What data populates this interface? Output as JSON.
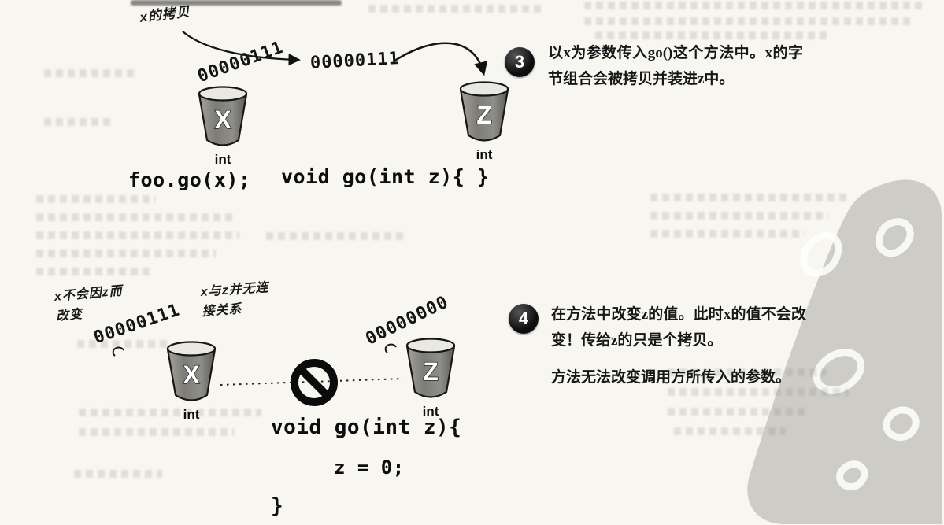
{
  "step3": {
    "number": "3",
    "text": "以x为参数传入go()这个方法中。x的字节组合会被拷贝并装进z中。"
  },
  "step4": {
    "number": "4",
    "text1": "在方法中改变z的值。此时x的值不会改变！传给z的只是个拷贝。",
    "text2": "方法无法改变调用方所传入的参数。"
  },
  "diagram_copy": {
    "annotation": "x的拷贝",
    "bits_source": "00000111",
    "bits_copied": "00000111",
    "cup_x_label": "X",
    "cup_x_type": "int",
    "cup_z_label": "Z",
    "cup_z_type": "int",
    "code_call": "foo.go(x);",
    "code_method": "void go(int z){ }"
  },
  "diagram_nolink": {
    "annotation_unchanged": "x不会因z而\n改变",
    "annotation_nolink": "x与z并无连\n接关系",
    "bits_x": "00000111",
    "bits_z": "00000000",
    "cup_x_label": "X",
    "cup_x_type": "int",
    "cup_z_label": "Z",
    "cup_z_type": "int",
    "code_line1": "void go(int z){",
    "code_line2": "z = 0;",
    "code_line3": "}"
  },
  "colors": {
    "ink": "#111111",
    "page": "#f7f6f1",
    "badge": "#111111",
    "watermark": "#c9c8c2"
  }
}
